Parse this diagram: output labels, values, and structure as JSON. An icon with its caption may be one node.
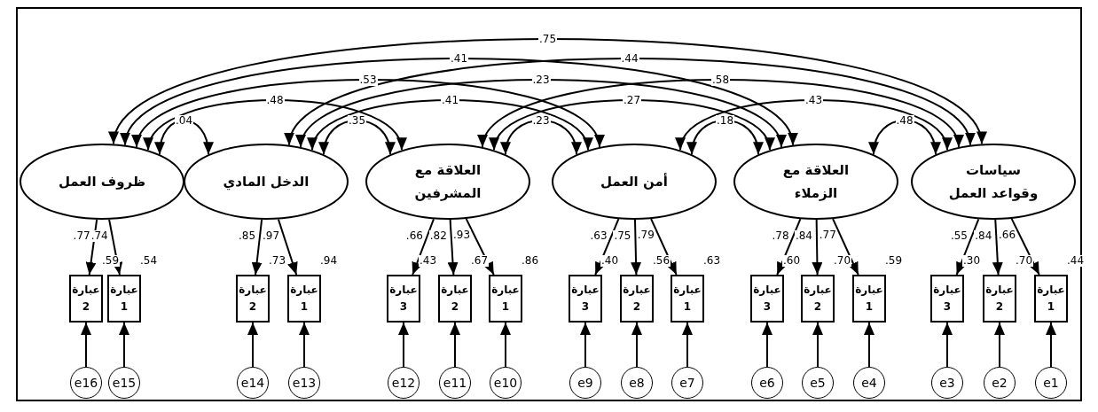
{
  "diagram": {
    "nodes": [
      {
        "text": [
          "ظروف العمل"
        ]
      },
      {
        "text": [
          "الدخل المادي"
        ]
      },
      {
        "text": [
          "العلاقة مع المشرفين"
        ]
      },
      {
        "text": [
          "أمن العمل"
        ]
      },
      {
        "text": [
          "العلاقة مع الزملاء"
        ]
      },
      {
        "text": [
          "سياسات وقواعد العمل"
        ]
      },
      {
        "text": [
          "عبارة 2"
        ],
        "beside": [
          ".59"
        ]
      },
      {
        "text": [
          "عبارة 1"
        ],
        "beside": [
          ".54"
        ]
      },
      {
        "text": [
          "عبارة 2"
        ],
        "beside": [
          ".73"
        ]
      },
      {
        "text": [
          "عبارة 1"
        ],
        "beside": [
          ".94"
        ]
      },
      {
        "text": [
          "عبارة 3"
        ],
        "beside": [
          ".43"
        ]
      },
      {
        "text": [
          "عبارة 2"
        ],
        "beside": [
          ".67"
        ]
      },
      {
        "text": [
          "عبارة 1"
        ],
        "beside": [
          ".86"
        ]
      },
      {
        "text": [
          "عبارة 3"
        ],
        "beside": [
          ".40"
        ]
      },
      {
        "text": [
          "عبارة 2"
        ],
        "beside": [
          ".56"
        ]
      },
      {
        "text": [
          "عبارة 1"
        ],
        "beside": [
          ".63"
        ]
      },
      {
        "text": [
          "عبارة 3"
        ],
        "beside": [
          ".60"
        ]
      },
      {
        "text": [
          "عبارة 2"
        ],
        "beside": [
          ".70"
        ]
      },
      {
        "text": [
          "عبارة 1"
        ],
        "beside": [
          ".59"
        ]
      },
      {
        "text": [
          "عبارة 3"
        ],
        "beside": [
          ".30"
        ]
      },
      {
        "text": [
          "عبارة 2"
        ],
        "beside": [
          ".70"
        ]
      },
      {
        "text": [
          "عبارة 1"
        ],
        "beside": [
          ".44"
        ]
      },
      {
        "text": [
          "e16"
        ]
      },
      {
        "text": [
          "e15"
        ]
      },
      {
        "text": [
          "e14"
        ]
      },
      {
        "text": [
          "e13"
        ]
      },
      {
        "text": [
          "e12"
        ]
      },
      {
        "text": [
          "e11"
        ]
      },
      {
        "text": [
          "e10"
        ]
      },
      {
        "text": [
          "e9"
        ]
      },
      {
        "text": [
          "e8"
        ]
      },
      {
        "text": [
          "e7"
        ]
      },
      {
        "text": [
          "e6"
        ]
      },
      {
        "text": [
          "e5"
        ]
      },
      {
        "text": [
          "e4"
        ]
      },
      {
        "text": [
          "e3"
        ]
      },
      {
        "text": [
          "e2"
        ]
      },
      {
        "text": [
          "e1"
        ]
      }
    ],
    "edges": [
      {
        "from": 0,
        "to": 5,
        "arrow": "both",
        "label": ".75"
      },
      {
        "from": 0,
        "to": 4,
        "arrow": "both",
        "label": ".41"
      },
      {
        "from": 1,
        "to": 5,
        "arrow": "both",
        "label": ".44"
      },
      {
        "from": 0,
        "to": 3,
        "arrow": "both",
        "label": ".53"
      },
      {
        "from": 1,
        "to": 4,
        "arrow": "both",
        "label": ".23"
      },
      {
        "from": 2,
        "to": 5,
        "arrow": "both",
        "label": ".58"
      },
      {
        "from": 0,
        "to": 2,
        "arrow": "both",
        "label": ".48"
      },
      {
        "from": 1,
        "to": 3,
        "arrow": "both",
        "label": ".41"
      },
      {
        "from": 2,
        "to": 4,
        "arrow": "both",
        "label": ".27"
      },
      {
        "from": 3,
        "to": 5,
        "arrow": "both",
        "label": ".43"
      },
      {
        "from": 0,
        "to": 1,
        "arrow": "both",
        "label": ".04"
      },
      {
        "from": 1,
        "to": 2,
        "arrow": "both",
        "label": ".35"
      },
      {
        "from": 2,
        "to": 3,
        "arrow": "both",
        "label": ".23"
      },
      {
        "from": 3,
        "to": 4,
        "arrow": "both",
        "label": ".18"
      },
      {
        "from": 4,
        "to": 5,
        "arrow": "both",
        "label": ".48"
      },
      {
        "from": 0,
        "to": 6,
        "arrow": "to",
        "label": ".77"
      },
      {
        "from": 0,
        "to": 7,
        "arrow": "to",
        "label": ".74"
      },
      {
        "from": 1,
        "to": 8,
        "arrow": "to",
        "label": ".85"
      },
      {
        "from": 1,
        "to": 9,
        "arrow": "to",
        "label": ".97"
      },
      {
        "from": 2,
        "to": 10,
        "arrow": "to",
        "label": ".66"
      },
      {
        "from": 2,
        "to": 11,
        "arrow": "to",
        "label": ".82"
      },
      {
        "from": 2,
        "to": 12,
        "arrow": "to",
        "label": ".93"
      },
      {
        "from": 3,
        "to": 13,
        "arrow": "to",
        "label": ".63"
      },
      {
        "from": 3,
        "to": 14,
        "arrow": "to",
        "label": ".75"
      },
      {
        "from": 3,
        "to": 15,
        "arrow": "to",
        "label": ".79"
      },
      {
        "from": 4,
        "to": 16,
        "arrow": "to",
        "label": ".78"
      },
      {
        "from": 4,
        "to": 17,
        "arrow": "to",
        "label": ".84"
      },
      {
        "from": 4,
        "to": 18,
        "arrow": "to",
        "label": ".77"
      },
      {
        "from": 5,
        "to": 19,
        "arrow": "to",
        "label": ".55"
      },
      {
        "from": 5,
        "to": 20,
        "arrow": "to",
        "label": ".84"
      },
      {
        "from": 5,
        "to": 21,
        "arrow": "to",
        "label": ".66"
      },
      {
        "from": 22,
        "to": 6,
        "arrow": "to"
      },
      {
        "from": 23,
        "to": 7,
        "arrow": "to"
      },
      {
        "from": 24,
        "to": 8,
        "arrow": "to"
      },
      {
        "from": 25,
        "to": 9,
        "arrow": "to"
      },
      {
        "from": 26,
        "to": 10,
        "arrow": "to"
      },
      {
        "from": 27,
        "to": 11,
        "arrow": "to"
      },
      {
        "from": 28,
        "to": 12,
        "arrow": "to"
      },
      {
        "from": 29,
        "to": 13,
        "arrow": "to"
      },
      {
        "from": 30,
        "to": 14,
        "arrow": "to"
      },
      {
        "from": 31,
        "to": 15,
        "arrow": "to"
      },
      {
        "from": 32,
        "to": 16,
        "arrow": "to"
      },
      {
        "from": 33,
        "to": 17,
        "arrow": "to"
      },
      {
        "from": 34,
        "to": 18,
        "arrow": "to"
      },
      {
        "from": 35,
        "to": 19,
        "arrow": "to"
      },
      {
        "from": 36,
        "to": 20,
        "arrow": "to"
      },
      {
        "from": 37,
        "to": 21,
        "arrow": "to"
      }
    ]
  }
}
